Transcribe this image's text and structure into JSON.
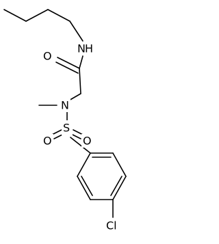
{
  "molecule": {
    "atoms": {
      "nh": "N",
      "h": "H",
      "carbonyl_o": "O",
      "sulfonamide_n": "N",
      "s": "S",
      "sulfonyl_o_left": "O",
      "sulfonyl_o_right": "O",
      "cl": "Cl"
    }
  }
}
